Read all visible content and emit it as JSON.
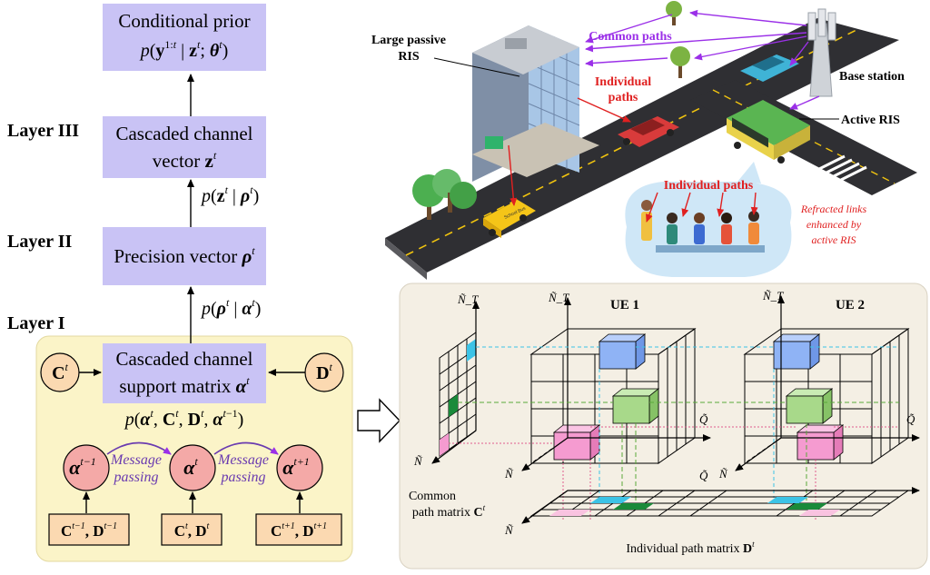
{
  "left": {
    "layers": {
      "l3": "Layer III",
      "l2": "Layer II",
      "l1": "Layer I"
    },
    "boxes": {
      "prior_line1": "Conditional prior",
      "prior_line2": "p(y^{1:t} | z^t; θ^t)",
      "cascaded_line1": "Cascaded channel",
      "cascaded_line2": "vector z^t",
      "precision": "Precision vector ρ^t",
      "support_line1": "Cascaded channel",
      "support_line2": "support matrix α^t"
    },
    "edge_labels": {
      "z_given_rho": "p(z^t | ρ^t)",
      "rho_given_alpha": "p(ρ^t | α^t)",
      "alpha_joint": "p(α^t, C^t, D^t, α^{t−1})"
    },
    "nodes": {
      "C": "C^t",
      "D": "D^t",
      "a_prev": "α^{t−1}",
      "a_cur": "α^t",
      "a_next": "α^{t+1}"
    },
    "message_passing": [
      "Message",
      "passing"
    ],
    "obs": [
      "C^{t−1}, D^{t−1}",
      "C^t, D^t",
      "C^{t+1}, D^{t+1}"
    ]
  },
  "scene": {
    "large_ris": [
      "Large passive",
      "RIS"
    ],
    "common_paths": "Common paths",
    "individual_paths_1": [
      "Individual",
      "paths"
    ],
    "base_station": "Base station",
    "active_ris": "Active RIS",
    "individual_paths_2": "Individual paths",
    "refracted": [
      "Refracted links",
      "enhanced by",
      "active RIS"
    ],
    "bus_text": "School Bus"
  },
  "cubes": {
    "ue1": "UE 1",
    "ue2": "UE 2",
    "axis_nt": "Ñ_T",
    "axis_q": "Q̃",
    "axis_n": "Ñ",
    "common_matrix": [
      "Common",
      "path matrix C^t"
    ],
    "individual_matrix": "Individual path matrix D^t"
  },
  "colors": {
    "lavender": "#c9c3f5",
    "yellow_panel": "#fbf4c8",
    "peach": "#fbd9b1",
    "pink_node": "#f4a9a7",
    "gray_panel": "#f4efe4",
    "blue_cell": "#8fb3f5",
    "green_cell": "#a8d98a",
    "pink_cell": "#f59bd0",
    "teal_cell": "#3cc3e6",
    "dark_green_cell": "#1a8a3a",
    "purple_arrow": "#9b30e8",
    "red_arrow": "#e02020"
  }
}
